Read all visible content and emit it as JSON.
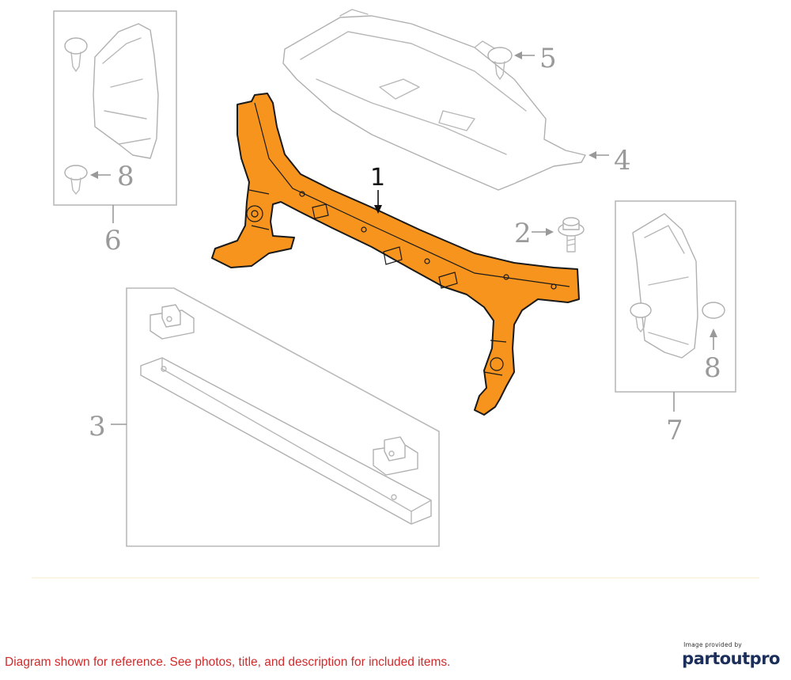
{
  "diagram": {
    "callouts": {
      "c1": "1",
      "c2": "2",
      "c3": "3",
      "c4": "4",
      "c5": "5",
      "c6": "6",
      "c7": "7",
      "c8a": "8",
      "c8b": "8"
    },
    "colors": {
      "highlight_part": "#f7941d",
      "line_art": "#b8b8b8",
      "callout_text": "#9a9a9a",
      "disclaimer": "#d12a2a"
    }
  },
  "footer": {
    "disclaimer": "Diagram shown for reference. See photos, title, and description for included items.",
    "credit_small": "Image provided by",
    "credit_logo": "partoutpro"
  }
}
